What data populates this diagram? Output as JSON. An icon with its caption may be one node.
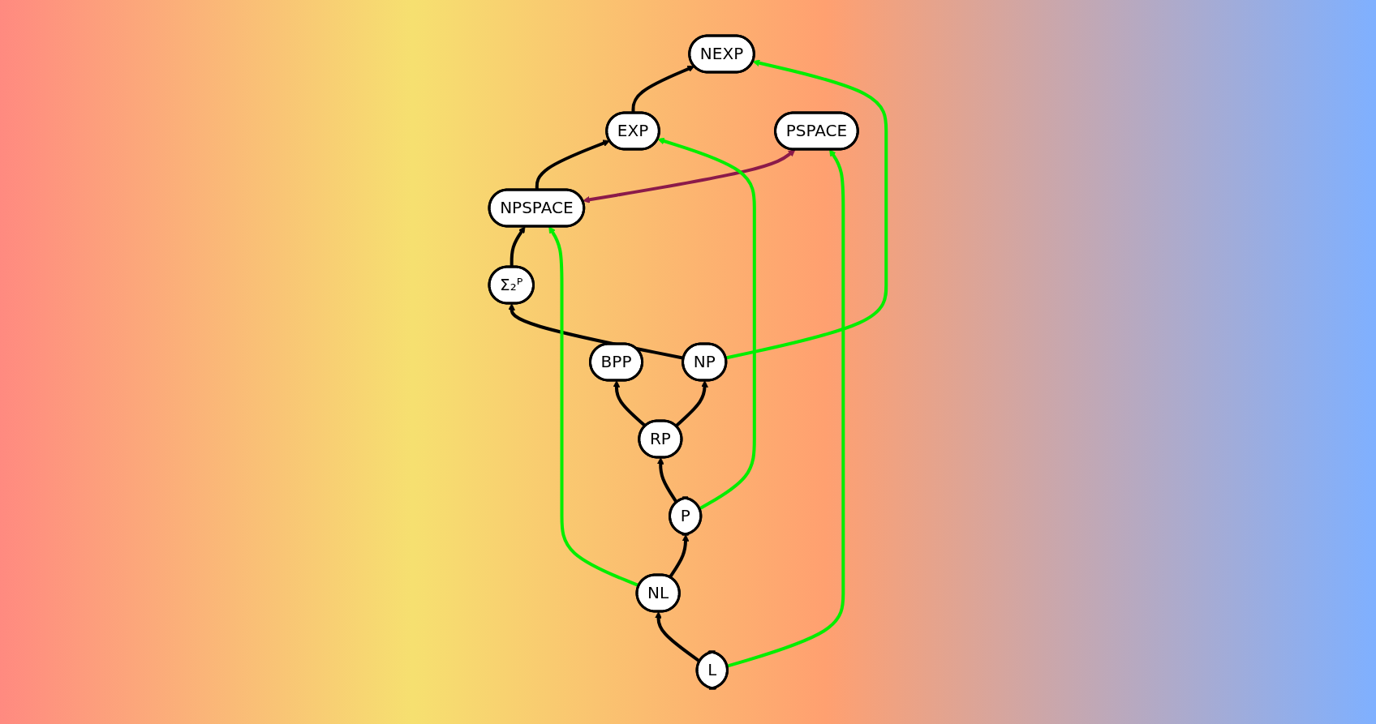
{
  "diagram": {
    "nodes": [
      {
        "text": [
          "EXP"
        ]
      },
      {
        "text": [
          "NEXP"
        ]
      },
      {
        "text": [
          "NPSPACE"
        ]
      },
      {
        "text": [
          "PSPACE"
        ]
      },
      {
        "text": [
          "Σ₂ᴾ"
        ]
      },
      {
        "text": [
          "NP"
        ]
      },
      {
        "text": [
          "RP"
        ]
      },
      {
        "text": [
          "BPP"
        ]
      },
      {
        "text": [
          "P"
        ]
      },
      {
        "text": [
          "NL"
        ]
      },
      {
        "text": [
          "L"
        ]
      }
    ],
    "edges": [
      {
        "from": 0,
        "to": 1,
        "arrow": "to"
      },
      {
        "from": 2,
        "to": 0,
        "arrow": "to"
      },
      {
        "from": 2,
        "to": 3,
        "arrow": "both",
        "color": "#8b1a4a"
      },
      {
        "from": 4,
        "to": 2,
        "arrow": "to"
      },
      {
        "from": 5,
        "to": 1,
        "arrow": "to",
        "color": "#00ee00"
      },
      {
        "from": 5,
        "to": 4,
        "arrow": "to"
      },
      {
        "from": 8,
        "to": 0,
        "arrow": "to",
        "color": "#00ee00"
      },
      {
        "from": 6,
        "to": 5,
        "arrow": "to"
      },
      {
        "from": 6,
        "to": 7,
        "arrow": "to"
      },
      {
        "from": 8,
        "to": 6,
        "arrow": "to"
      },
      {
        "from": 9,
        "to": 8,
        "arrow": "to"
      },
      {
        "from": 9,
        "to": 2,
        "arrow": "to",
        "color": "#00ee00"
      },
      {
        "from": 10,
        "to": 3,
        "arrow": "to",
        "color": "#00ee00"
      },
      {
        "from": 10,
        "to": 9,
        "arrow": "to"
      }
    ]
  }
}
